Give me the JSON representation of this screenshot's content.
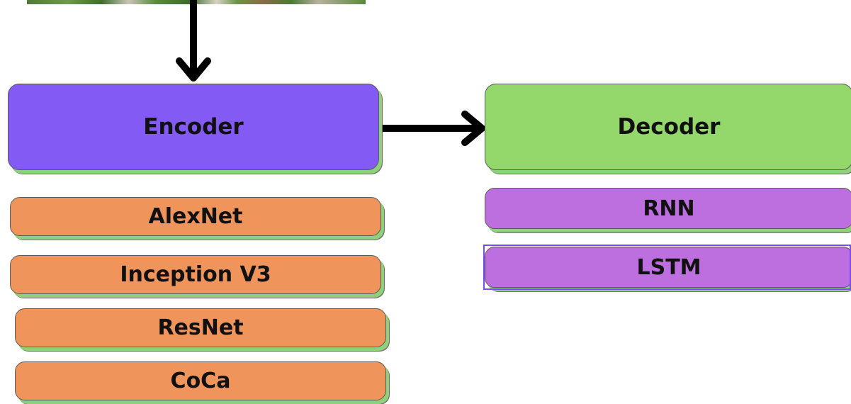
{
  "encoder": {
    "label": "Encoder",
    "color": "#845af5",
    "options": [
      "AlexNet",
      "Inception V3",
      "ResNet",
      "CoCa"
    ],
    "option_color": "#ef955b"
  },
  "decoder": {
    "label": "Decoder",
    "color": "#94d86b",
    "options": [
      "RNN",
      "LSTM"
    ],
    "option_color": "#bd6fe0",
    "selected_option": "LSTM"
  },
  "icons": [
    "arrow-down-icon",
    "arrow-right-icon"
  ]
}
